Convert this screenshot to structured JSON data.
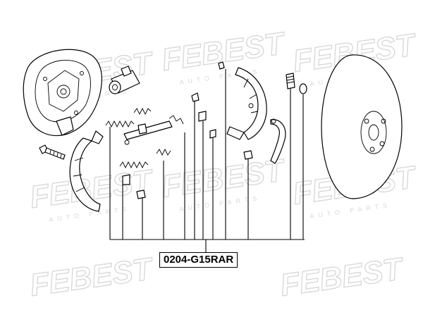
{
  "watermark": {
    "brand": "FEBEST",
    "sub": "AUTO PARTS"
  },
  "part_number": "0204-G15RAR",
  "colors": {
    "line": "#000000",
    "watermark": "#d9d9d9",
    "background": "#ffffff"
  }
}
